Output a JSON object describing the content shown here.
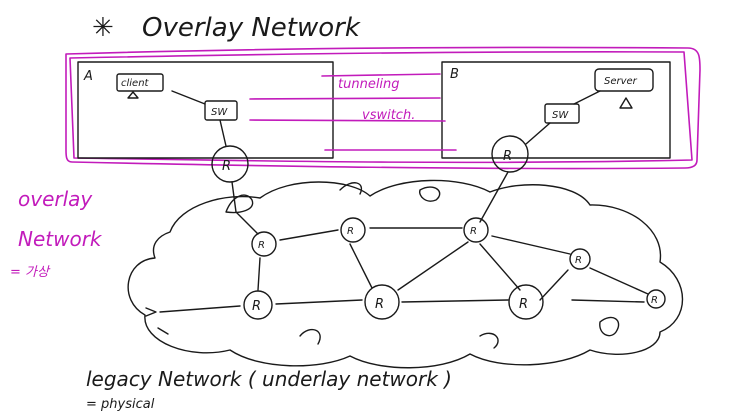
{
  "title": {
    "star": "✳",
    "text": "Overlay Network"
  },
  "site_a": {
    "label": "A",
    "client": "client",
    "switch": "SW",
    "router": "R"
  },
  "site_b": {
    "label": "B",
    "server": "Server",
    "switch": "SW",
    "router": "R"
  },
  "tunnel_labels": {
    "tunneling": "tunneling",
    "vswitch": "vswitch."
  },
  "overlay_side_note": {
    "line1": "overlay",
    "line2": "Network",
    "line3": "= 가상"
  },
  "underlay_routers": [
    "R",
    "R",
    "R",
    "R",
    "R",
    "R",
    "R",
    "R"
  ],
  "underlay_caption": {
    "line1": "legacy Network ( underlay network )",
    "line2": "= physical"
  },
  "colors": {
    "ink": "#1a1a1a",
    "highlight": "#c21bbb"
  }
}
